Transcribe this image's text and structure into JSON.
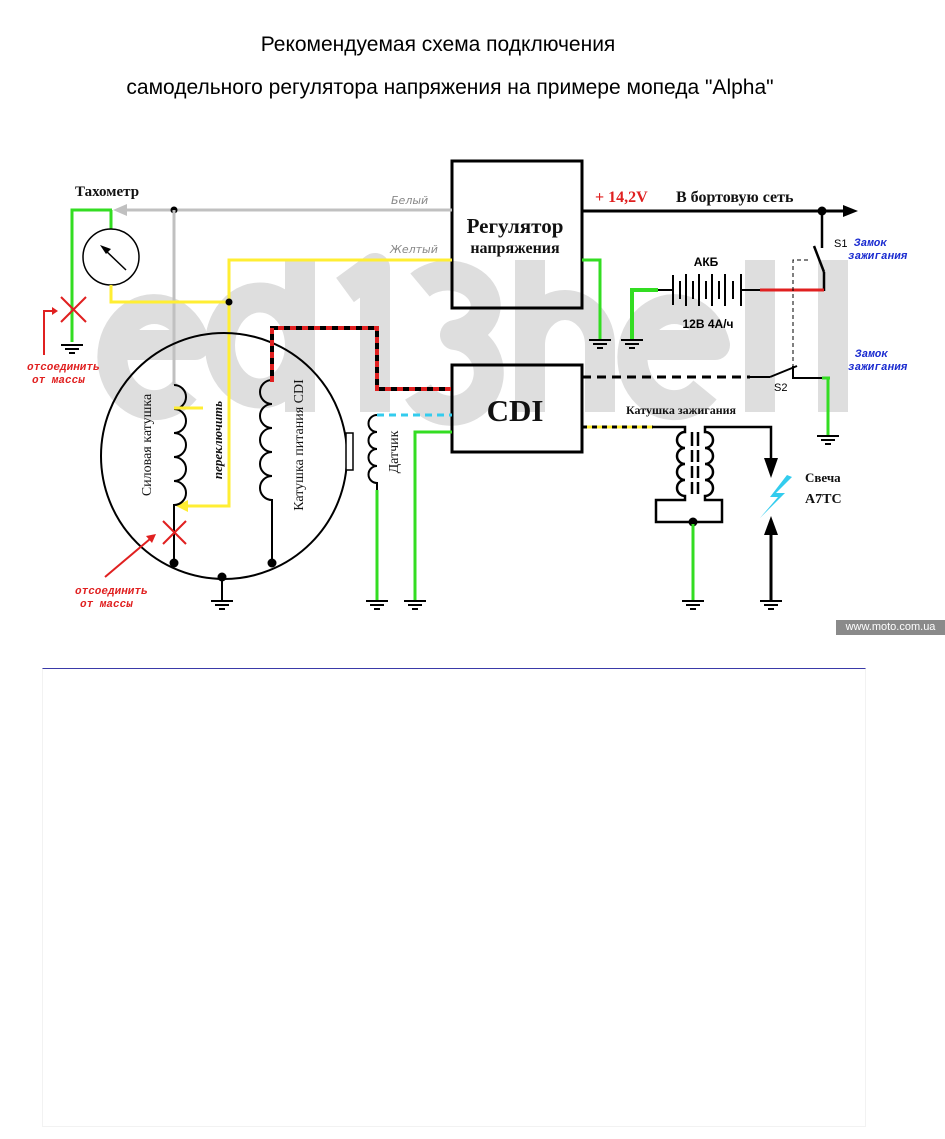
{
  "title": {
    "line1": "Рекомендуемая схема подключения",
    "line2": "самодельного регулятора напряжения на примере мопеда \"Alpha\""
  },
  "watermark": "ed13hell",
  "regulator": {
    "line1": "Регулятор",
    "line2": "напряжения"
  },
  "cdi": {
    "label": "CDI"
  },
  "wires": {
    "white": "Белый",
    "yellow": "Желтый"
  },
  "output": {
    "voltage": "+ 14,2V",
    "destination": "В бортовую сеть"
  },
  "tachometer": {
    "label": "Тахометр"
  },
  "battery": {
    "label": "АКБ",
    "rating": "12В 4А/ч"
  },
  "switches": {
    "s1": {
      "label": "S1",
      "desc_line1": "Замок",
      "desc_line2": "зажигания"
    },
    "s2": {
      "label": "S2",
      "desc_line1": "Замок",
      "desc_line2": "зажигания"
    }
  },
  "stator": {
    "power_coil": "Силовая катушка",
    "switch_note": "переключить",
    "cdi_coil": "Катушка питания CDI",
    "sensor": "Датчик"
  },
  "ignition_coil": {
    "label": "Катушка зажигания"
  },
  "spark_plug": {
    "line1": "Свеча",
    "line2": "A7TC"
  },
  "notes": {
    "disconnect_line1": "отсоединить",
    "disconnect_line2": "от массы"
  },
  "credit": "www.moto.com.ua",
  "colors": {
    "green": "#33dd22",
    "yellow": "#ffee33",
    "red": "#e02020",
    "cyan": "#33ccee",
    "gray": "#c0c0c0",
    "blue": "#1a2bd0"
  }
}
